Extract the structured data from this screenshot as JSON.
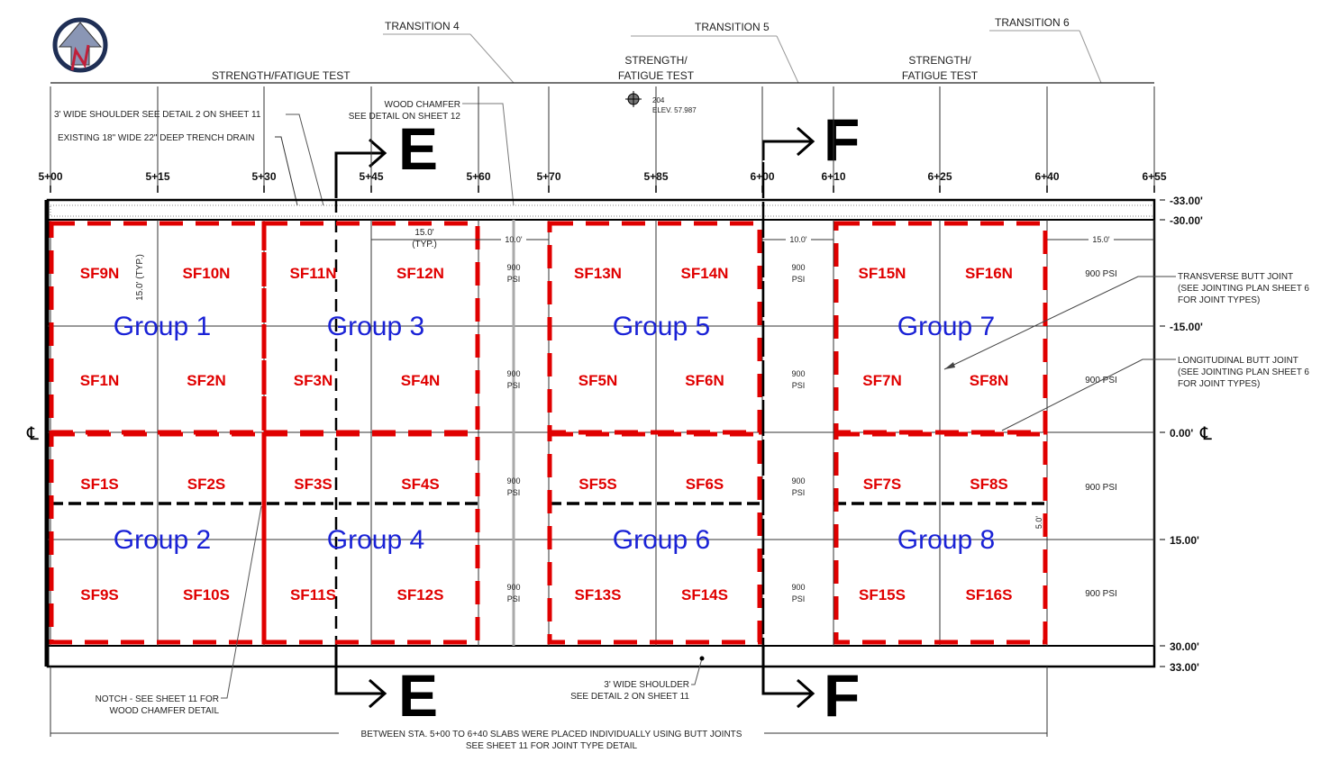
{
  "title_labels": {
    "transition_4": "TRANSITION 4",
    "transition_5": "TRANSITION 5",
    "transition_6": "TRANSITION 6",
    "strength_fatigue_1": "STRENGTH/FATIGUE TEST",
    "strength_fatigue_2a": "STRENGTH/",
    "strength_fatigue_2b": "FATIGUE TEST",
    "strength_fatigue_3a": "STRENGTH/",
    "strength_fatigue_3b": "FATIGUE TEST"
  },
  "notes": {
    "shoulder_top": "3' WIDE SHOULDER SEE DETAIL 2 ON SHEET 11",
    "trench_drain": "EXISTING 18\" WIDE 22\" DEEP TRENCH DRAIN",
    "chamfer_1": "WOOD CHAMFER",
    "chamfer_2": "SEE DETAIL ON SHEET 12",
    "benchmark_id": "204",
    "benchmark_elev": "ELEV. 57.987",
    "transverse_1": "TRANSVERSE BUTT JOINT",
    "transverse_2": "(SEE JOINTING PLAN SHEET 6",
    "transverse_3": "FOR JOINT TYPES)",
    "longitudinal_1": "LONGITUDINAL BUTT JOINT",
    "longitudinal_2": "(SEE JOINTING PLAN SHEET 6",
    "longitudinal_3": "FOR JOINT TYPES)",
    "notch_1": "NOTCH - SEE SHEET 11 FOR",
    "notch_2": "WOOD CHAMFER DETAIL",
    "shoulder_bottom_1": "3' WIDE SHOULDER",
    "shoulder_bottom_2": "SEE DETAIL 2 ON SHEET 11",
    "bottom_1": "BETWEEN STA. 5+00 TO 6+40 SLABS WERE PLACED INDIVIDUALLY USING BUTT JOINTS",
    "bottom_2": "SEE SHEET 11 FOR JOINT TYPE DETAIL"
  },
  "dimensions": {
    "slab_typ": "15.0' (TYP.)",
    "slab_typ_a": "15.0'",
    "slab_typ_b": "(TYP.)",
    "gap_1": "10.0'",
    "gap_2": "10.0'",
    "gap_3": "15.0'",
    "five": "5.0'"
  },
  "section_marks": {
    "e": "E",
    "f": "F"
  },
  "centerline_symbol": "℄",
  "stations": [
    "5+00",
    "5+15",
    "5+30",
    "5+45",
    "5+60",
    "5+70",
    "5+85",
    "6+00",
    "6+10",
    "6+25",
    "6+40",
    "6+55"
  ],
  "offsets": [
    "-33.00'",
    "-30.00'",
    "-15.00'",
    "0.00'",
    "15.00'",
    "30.00'",
    "33.00'"
  ],
  "psi_label": "900 PSI",
  "psi_num": "900",
  "psi_unit": "PSI",
  "slab_rows": [
    [
      "SF9N",
      "SF10N",
      "SF11N",
      "SF12N",
      "SF13N",
      "SF14N",
      "SF15N",
      "SF16N"
    ],
    [
      "SF1N",
      "SF2N",
      "SF3N",
      "SF4N",
      "SF5N",
      "SF6N",
      "SF7N",
      "SF8N"
    ],
    [
      "SF1S",
      "SF2S",
      "SF3S",
      "SF4S",
      "SF5S",
      "SF6S",
      "SF7S",
      "SF8S"
    ],
    [
      "SF9S",
      "SF10S",
      "SF11S",
      "SF12S",
      "SF13S",
      "SF14S",
      "SF15S",
      "SF16S"
    ]
  ],
  "groups": [
    "Group 1",
    "Group 2",
    "Group 3",
    "Group 4",
    "Group 5",
    "Group 6",
    "Group 7",
    "Group 8"
  ],
  "colors": {
    "group_outline": "#e00000",
    "group_label": "#1a22d6",
    "slab_label": "#e00000"
  }
}
